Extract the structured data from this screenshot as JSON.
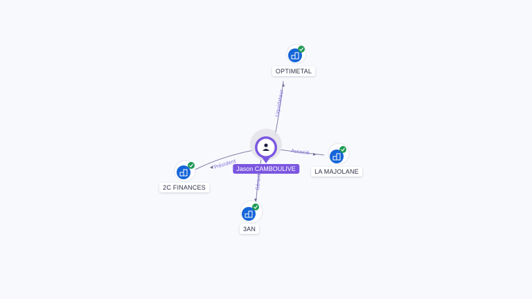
{
  "center": {
    "name": "Jason CAMBOULIVE",
    "icon": "person-icon",
    "color": "#7b57e0"
  },
  "companies": [
    {
      "name": "OPTIMETAL",
      "relation": "Liquidateur",
      "icon": "company-building-icon",
      "status": "verified-check-icon"
    },
    {
      "name": "LA MAJOLANE",
      "relation": "Associé",
      "icon": "company-building-icon",
      "status": "verified-check-icon"
    },
    {
      "name": "2C FINANCES",
      "relation": "Président",
      "icon": "company-building-icon",
      "status": "verified-check-icon"
    },
    {
      "name": "3AN",
      "relation": "Gérant",
      "icon": "company-building-icon",
      "status": "verified-check-icon"
    }
  ],
  "colors": {
    "company_icon": "#1565d8",
    "check_badge": "#1f9a55",
    "edge": "#7f7fa5",
    "relation_text": "#7d6bd8"
  }
}
